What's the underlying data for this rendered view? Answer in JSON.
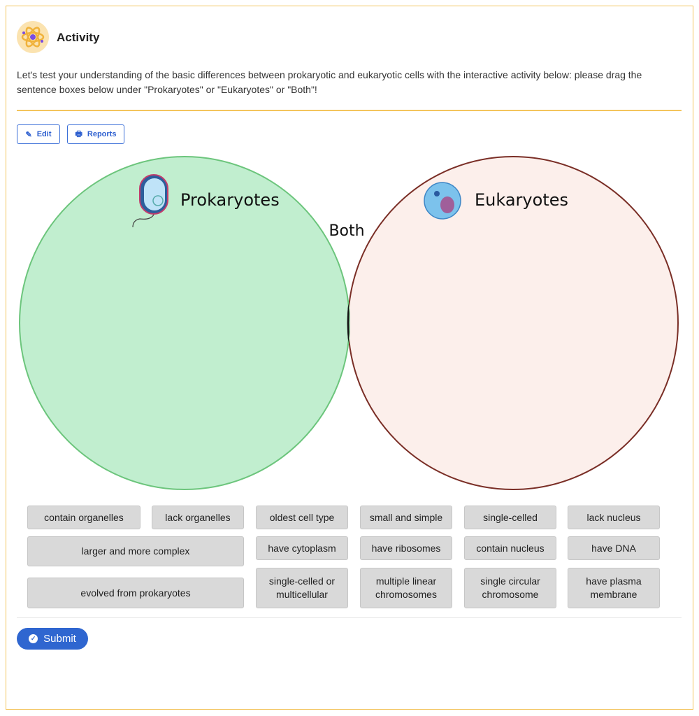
{
  "header": {
    "title": "Activity",
    "icon": "atom-icon"
  },
  "intro": "Let's test your understanding of the basic differences between prokaryotic and eukaryotic cells with the interactive activity below: please drag the sentence boxes below under \"Prokaryotes\" or \"Eukaryotes\" or \"Both\"!",
  "toolbar": {
    "edit_label": "Edit",
    "reports_label": "Reports"
  },
  "venn": {
    "left_label": "Prokaryotes",
    "right_label": "Eukaryotes",
    "middle_label": "Both",
    "left_color": "#c1eecf",
    "left_stroke": "#6cc57c",
    "right_color": "#fcefeb",
    "right_stroke": "#7a2e26"
  },
  "chips": [
    "contain organelles",
    "lack organelles",
    "oldest cell type",
    "small and simple",
    "single-celled",
    "lack nucleus",
    "larger and more complex",
    "have cytoplasm",
    "have ribosomes",
    "contain nucleus",
    "have DNA",
    "evolved from prokaryotes",
    "single-celled or multicellular",
    "multiple linear chromosomes",
    "single circular chromosome",
    "have plasma membrane"
  ],
  "submit_label": "Submit"
}
